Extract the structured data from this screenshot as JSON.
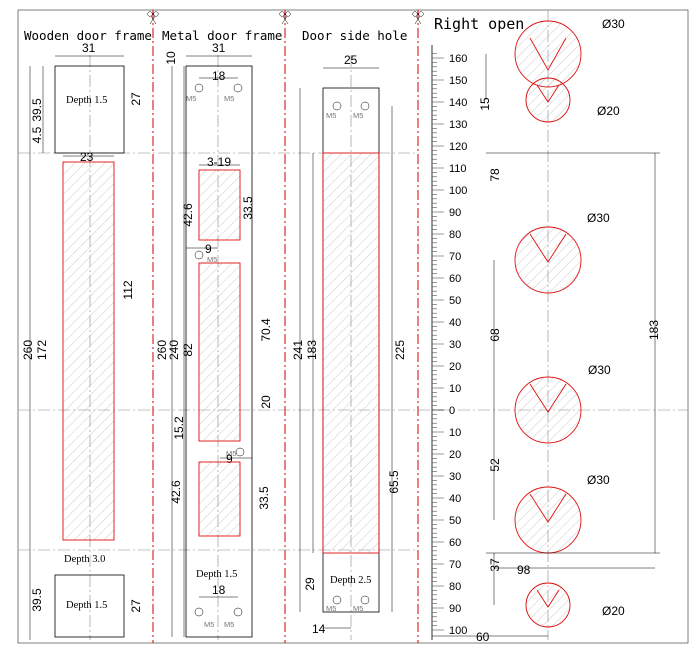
{
  "titles": {
    "wooden": "Wooden door frame",
    "metal": "Metal door frame",
    "side": "Door side hole",
    "right": "Right open"
  },
  "wooden": {
    "w31": "31",
    "h39_5": "39.5",
    "h4_5": "4.5",
    "h27": "27",
    "depth1": "Depth 1.5",
    "w23": "23",
    "h112": "112",
    "h260": "260",
    "h172": "172",
    "depth3": "Depth 3.0",
    "depth2": "Depth 1.5",
    "b39_5": "39.5",
    "b27": "27"
  },
  "metal": {
    "w31": "31",
    "h10": "10",
    "w18": "18",
    "w3_19": "3-19",
    "h42_6": "42.6",
    "h33_5": "33.5",
    "w9": "9",
    "h82": "82",
    "h70_4": "70.4",
    "h260": "260",
    "h240": "240",
    "h15_2": "15.2",
    "h20": "20",
    "w9b": "9",
    "b42_6": "42.6",
    "b33_5": "33.5",
    "depth": "Depth 1.5",
    "w18b": "18",
    "ms": "M5"
  },
  "side": {
    "w25": "25",
    "h241": "241",
    "h183": "183",
    "h225": "225",
    "h65_5": "65.5",
    "h29": "29",
    "depth": "Depth 2.5",
    "w14": "14",
    "ms": "M5"
  },
  "scale": {
    "top": [
      "160",
      "150",
      "140",
      "130",
      "120",
      "110",
      "100",
      "90",
      "80",
      "70",
      "60",
      "50",
      "40",
      "30",
      "20",
      "10",
      "0"
    ],
    "bottom": [
      "10",
      "20",
      "30",
      "40",
      "50",
      "60",
      "70",
      "80",
      "90",
      "100"
    ]
  },
  "right": {
    "d30a": "Ø30",
    "d20a": "Ø20",
    "h15": "15",
    "h78": "78",
    "d30b": "Ø30",
    "h68": "68",
    "h183": "183",
    "d30c": "Ø30",
    "h52": "52",
    "d30d": "Ø30",
    "h37": "37",
    "w98": "98",
    "d20b": "Ø20",
    "w60": "60"
  }
}
